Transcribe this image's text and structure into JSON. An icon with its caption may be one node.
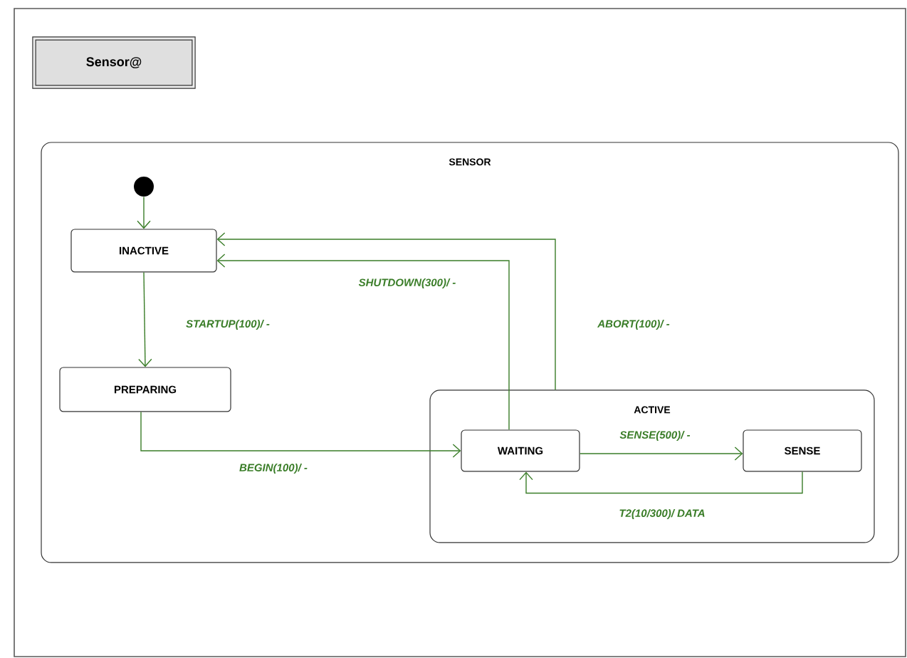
{
  "diagram": {
    "nodes": [
      {
        "text": [
          "Sensor@"
        ]
      },
      {
        "text": [
          "SENSOR"
        ]
      },
      {
        "text": [],
        "shape": "circle",
        "in": 1
      },
      {
        "text": [
          "INACTIVE"
        ],
        "in": 1
      },
      {
        "text": [
          "PREPARING"
        ],
        "in": 1
      },
      {
        "text": [
          "ACTIVE"
        ],
        "in": 1
      },
      {
        "text": [
          "WAITING"
        ],
        "in": 5
      },
      {
        "text": [
          "SENSE"
        ],
        "in": 5
      }
    ],
    "edges": [
      {
        "from": 2,
        "to": 3,
        "arrow": "to"
      },
      {
        "from": 3,
        "to": 4,
        "arrow": "to",
        "label": "STARTUP(100)/ -"
      },
      {
        "from": 4,
        "to": 6,
        "arrow": "to",
        "label": "BEGIN(100)/ -"
      },
      {
        "from": 6,
        "to": 3,
        "arrow": "to",
        "label": "SHUTDOWN(300)/ -"
      },
      {
        "from": 5,
        "to": 3,
        "arrow": "to",
        "label": "ABORT(100)/ -"
      },
      {
        "from": 6,
        "to": 7,
        "arrow": "to",
        "label": "SENSE(500)/ -"
      },
      {
        "from": 7,
        "to": 6,
        "arrow": "to",
        "label": "T2(10/300)/ DATA"
      }
    ]
  }
}
